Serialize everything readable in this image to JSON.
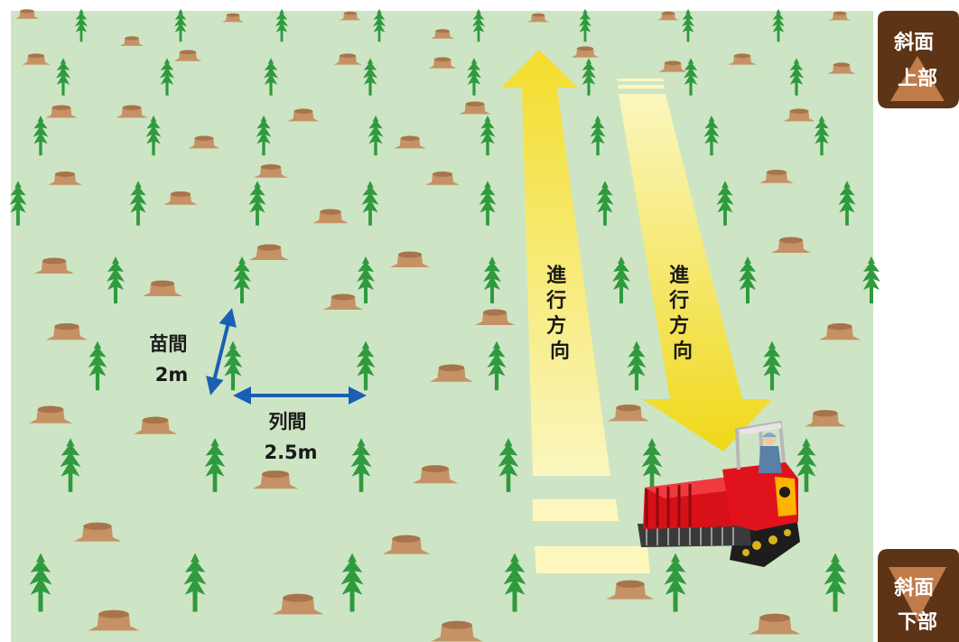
{
  "labels": {
    "seedling_spacing": [
      "苗間",
      "2m"
    ],
    "row_spacing": [
      "列間",
      "2.5m"
    ],
    "direction_left": [
      "進",
      "行",
      "方",
      "向"
    ],
    "direction_right": [
      "進",
      "行",
      "方",
      "向"
    ]
  },
  "slope_top": [
    "斜面",
    "上部"
  ],
  "slope_bottom": [
    "斜面",
    "下部"
  ],
  "colors": {
    "field": "#cde5c4",
    "seedling": "#2f9a3e",
    "stump": "#c69265",
    "stump_dark": "#a8744a",
    "dimension_arrow": "#1a5fb4",
    "path_light": "#fcf6b8",
    "path_arrow": "#f0d818",
    "badge": "#5e3417",
    "machine_red": "#e0121c"
  }
}
